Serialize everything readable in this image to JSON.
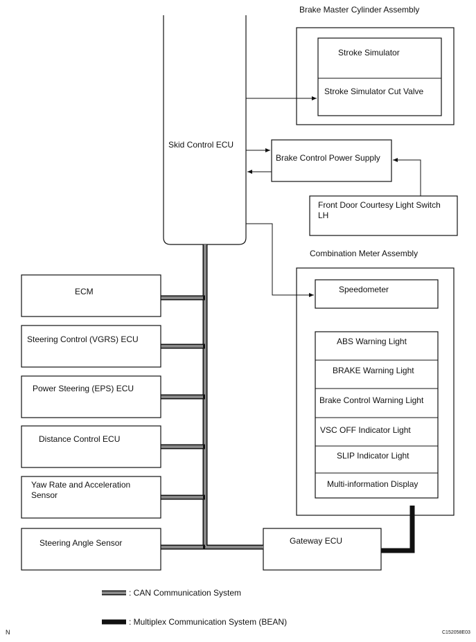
{
  "assemblies": {
    "brake_master_cylinder": "Brake Master Cylinder Assembly",
    "combination_meter": "Combination Meter Assembly"
  },
  "skid_control_ecu": "Skid Control ECU",
  "stroke_simulator": "Stroke Simulator",
  "stroke_simulator_cut_valve": "Stroke Simulator Cut Valve",
  "brake_control_power_supply": "Brake Control Power Supply",
  "front_door_switch": {
    "line1": "Front Door Courtesy Light Switch",
    "line2": "LH"
  },
  "speedometer": "Speedometer",
  "meter_items": [
    "ABS Warning Light",
    "BRAKE Warning Light",
    "Brake Control Warning Light",
    "VSC OFF Indicator Light",
    "SLIP Indicator Light",
    "Multi-information Display"
  ],
  "left_ecus": {
    "ecm": "ECM",
    "vgrs": "Steering Control (VGRS) ECU",
    "eps": "Power Steering (EPS) ECU",
    "distance": "Distance Control ECU",
    "yaw_line1": "Yaw Rate and Acceleration",
    "yaw_line2": "Sensor",
    "steering_angle": "Steering Angle Sensor"
  },
  "gateway_ecu": "Gateway ECU",
  "legend": {
    "can": ": CAN Communication System",
    "bean": ": Multiplex Communication System (BEAN)"
  },
  "corner": {
    "left": "N",
    "right": "C152058E03"
  }
}
